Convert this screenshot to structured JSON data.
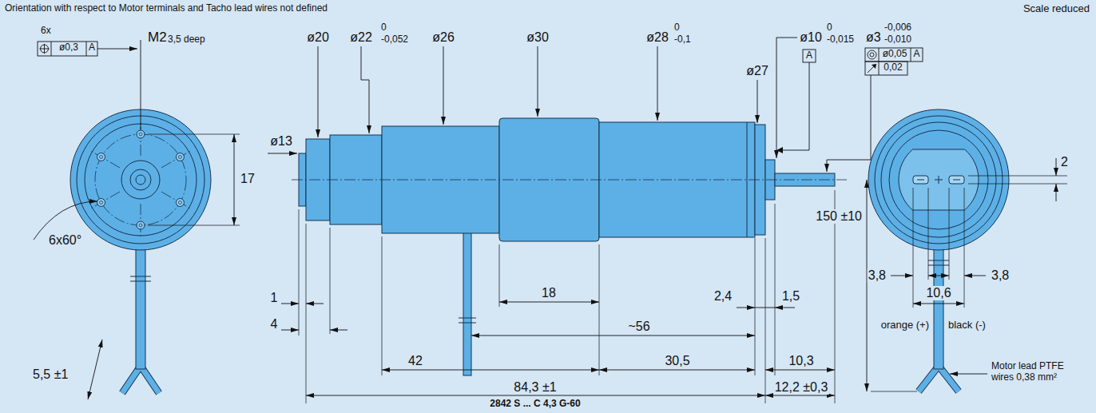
{
  "diagram": {
    "caption": "2842 S ... C 4,3 G-60",
    "labels": [
      "Orientation with respect to Motor terminals and Tacho lead wires not defined",
      "Scale reduced",
      "6x",
      "ø0,3",
      "A",
      "M2",
      "3,5 deep",
      "ø20",
      "ø22",
      "0",
      "-0,052",
      "ø26",
      "ø30",
      "ø28",
      "0",
      "-0,1",
      "ø27",
      "ø10",
      "0",
      "-0,015",
      "A",
      "ø3",
      "-0,006",
      "-0,010",
      "ø0,05",
      "A",
      "0,02",
      "ø13",
      "17",
      "6x60°",
      "5,5 ±1",
      "1",
      "4",
      "18",
      "~56",
      "42",
      "30,5",
      "2,4",
      "1,5",
      "10,3",
      "84,3 ±1",
      "12,2 ±0,3",
      "2",
      "150 ±10",
      "3,8",
      "10,6",
      "3,8",
      "orange (+)",
      "black (-)",
      "Motor lead PTFE wires 0,38 mm²"
    ]
  }
}
